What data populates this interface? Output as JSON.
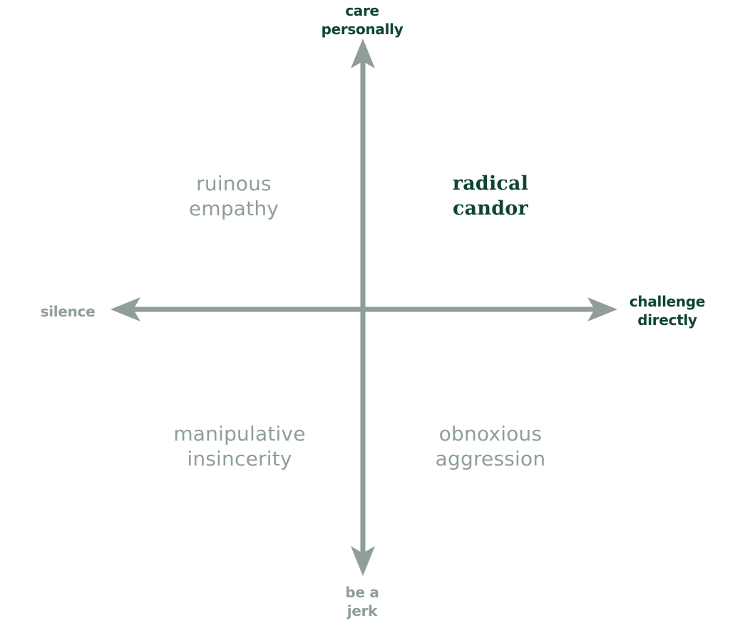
{
  "diagram": {
    "colors": {
      "axis": "#8f9e98",
      "muted_text": "#8f9e98",
      "emphasis_text": "#0e4436"
    },
    "axes": {
      "top": "care\npersonally",
      "bottom": "be a\njerk",
      "left": "silence",
      "right": "challenge\ndirectly"
    },
    "quadrants": {
      "top_left": "ruinous\nempathy",
      "top_right": "radical\ncandor",
      "bottom_left": "manipulative\ninsincerity",
      "bottom_right": "obnoxious\naggression"
    }
  }
}
